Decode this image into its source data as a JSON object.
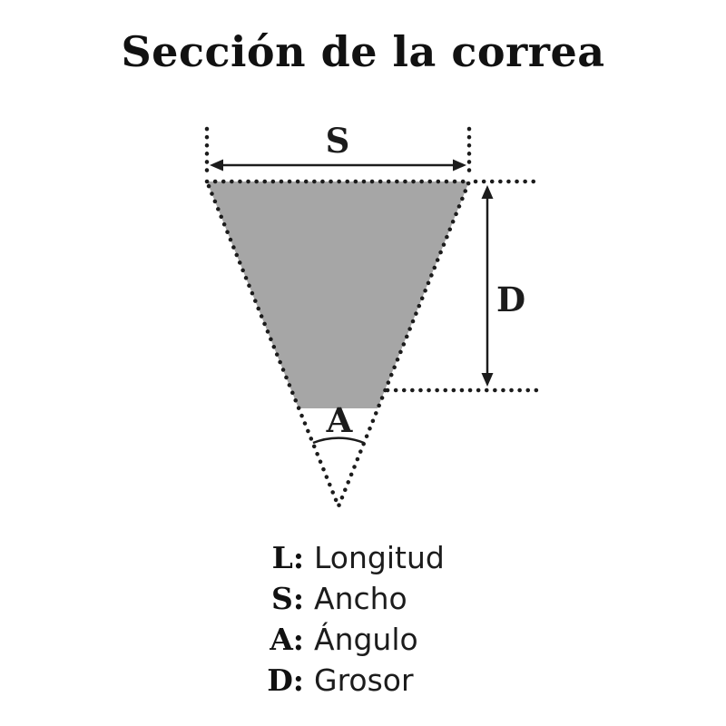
{
  "title": "Sección de la correa",
  "diagram": {
    "labels": {
      "width": "S",
      "depth": "D",
      "angle": "A"
    },
    "colors": {
      "fill": "#a6a6a6",
      "line": "#1c1c1c"
    }
  },
  "legend": {
    "items": [
      {
        "key": "L:",
        "label": "Longitud"
      },
      {
        "key": "S:",
        "label": "Ancho"
      },
      {
        "key": "A:",
        "label": "Ángulo"
      },
      {
        "key": "D:",
        "label": "Grosor"
      }
    ]
  }
}
